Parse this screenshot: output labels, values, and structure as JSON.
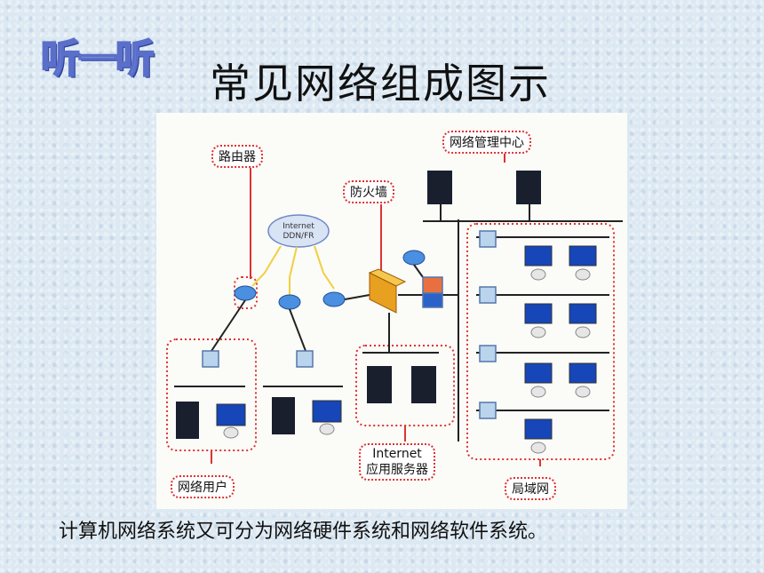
{
  "badge": "听一听",
  "title": "常见网络组成图示",
  "caption": "计算机网络系统又可分为网络硬件系统和网络软件系统。",
  "diagram": {
    "router_label": "路由器",
    "firewall_label": "防火墙",
    "mgmt_label": "网络管理中心",
    "users_label": "网络用户",
    "server_label_line1": "Internet",
    "server_label_line2": "应用服务器",
    "lan_label": "局域网",
    "cloud_line1": "Internet",
    "cloud_line2": "DDN/FR"
  },
  "colors": {
    "accent_red": "#d33",
    "line": "#222",
    "screen_blue": "#1646b8"
  }
}
